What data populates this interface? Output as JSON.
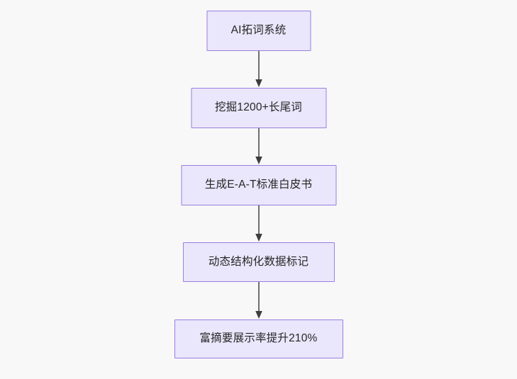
{
  "diagram": {
    "type": "flowchart",
    "orientation": "top-to-bottom",
    "background_color": "#f8f8f8",
    "node_fill_color": "#eae6fb",
    "node_border_color": "#9a7ee0",
    "node_text_color": "#262626",
    "edge_color": "#4d4d4d",
    "nodes": [
      {
        "id": "n1",
        "label": "AI拓词系统"
      },
      {
        "id": "n2",
        "label": "挖掘1200+长尾词"
      },
      {
        "id": "n3",
        "label": "生成E-A-T标准白皮书"
      },
      {
        "id": "n4",
        "label": "动态结构化数据标记"
      },
      {
        "id": "n5",
        "label": "富摘要展示率提升210%"
      }
    ],
    "edges": [
      {
        "id": "e1",
        "from": "n1",
        "to": "n2",
        "label": "",
        "arrow": "arrowhead-down-icon"
      },
      {
        "id": "e2",
        "from": "n2",
        "to": "n3",
        "label": "",
        "arrow": "arrowhead-down-icon"
      },
      {
        "id": "e3",
        "from": "n3",
        "to": "n4",
        "label": "",
        "arrow": "arrowhead-down-icon"
      },
      {
        "id": "e4",
        "from": "n4",
        "to": "n5",
        "label": "",
        "arrow": "arrowhead-down-icon"
      }
    ]
  }
}
